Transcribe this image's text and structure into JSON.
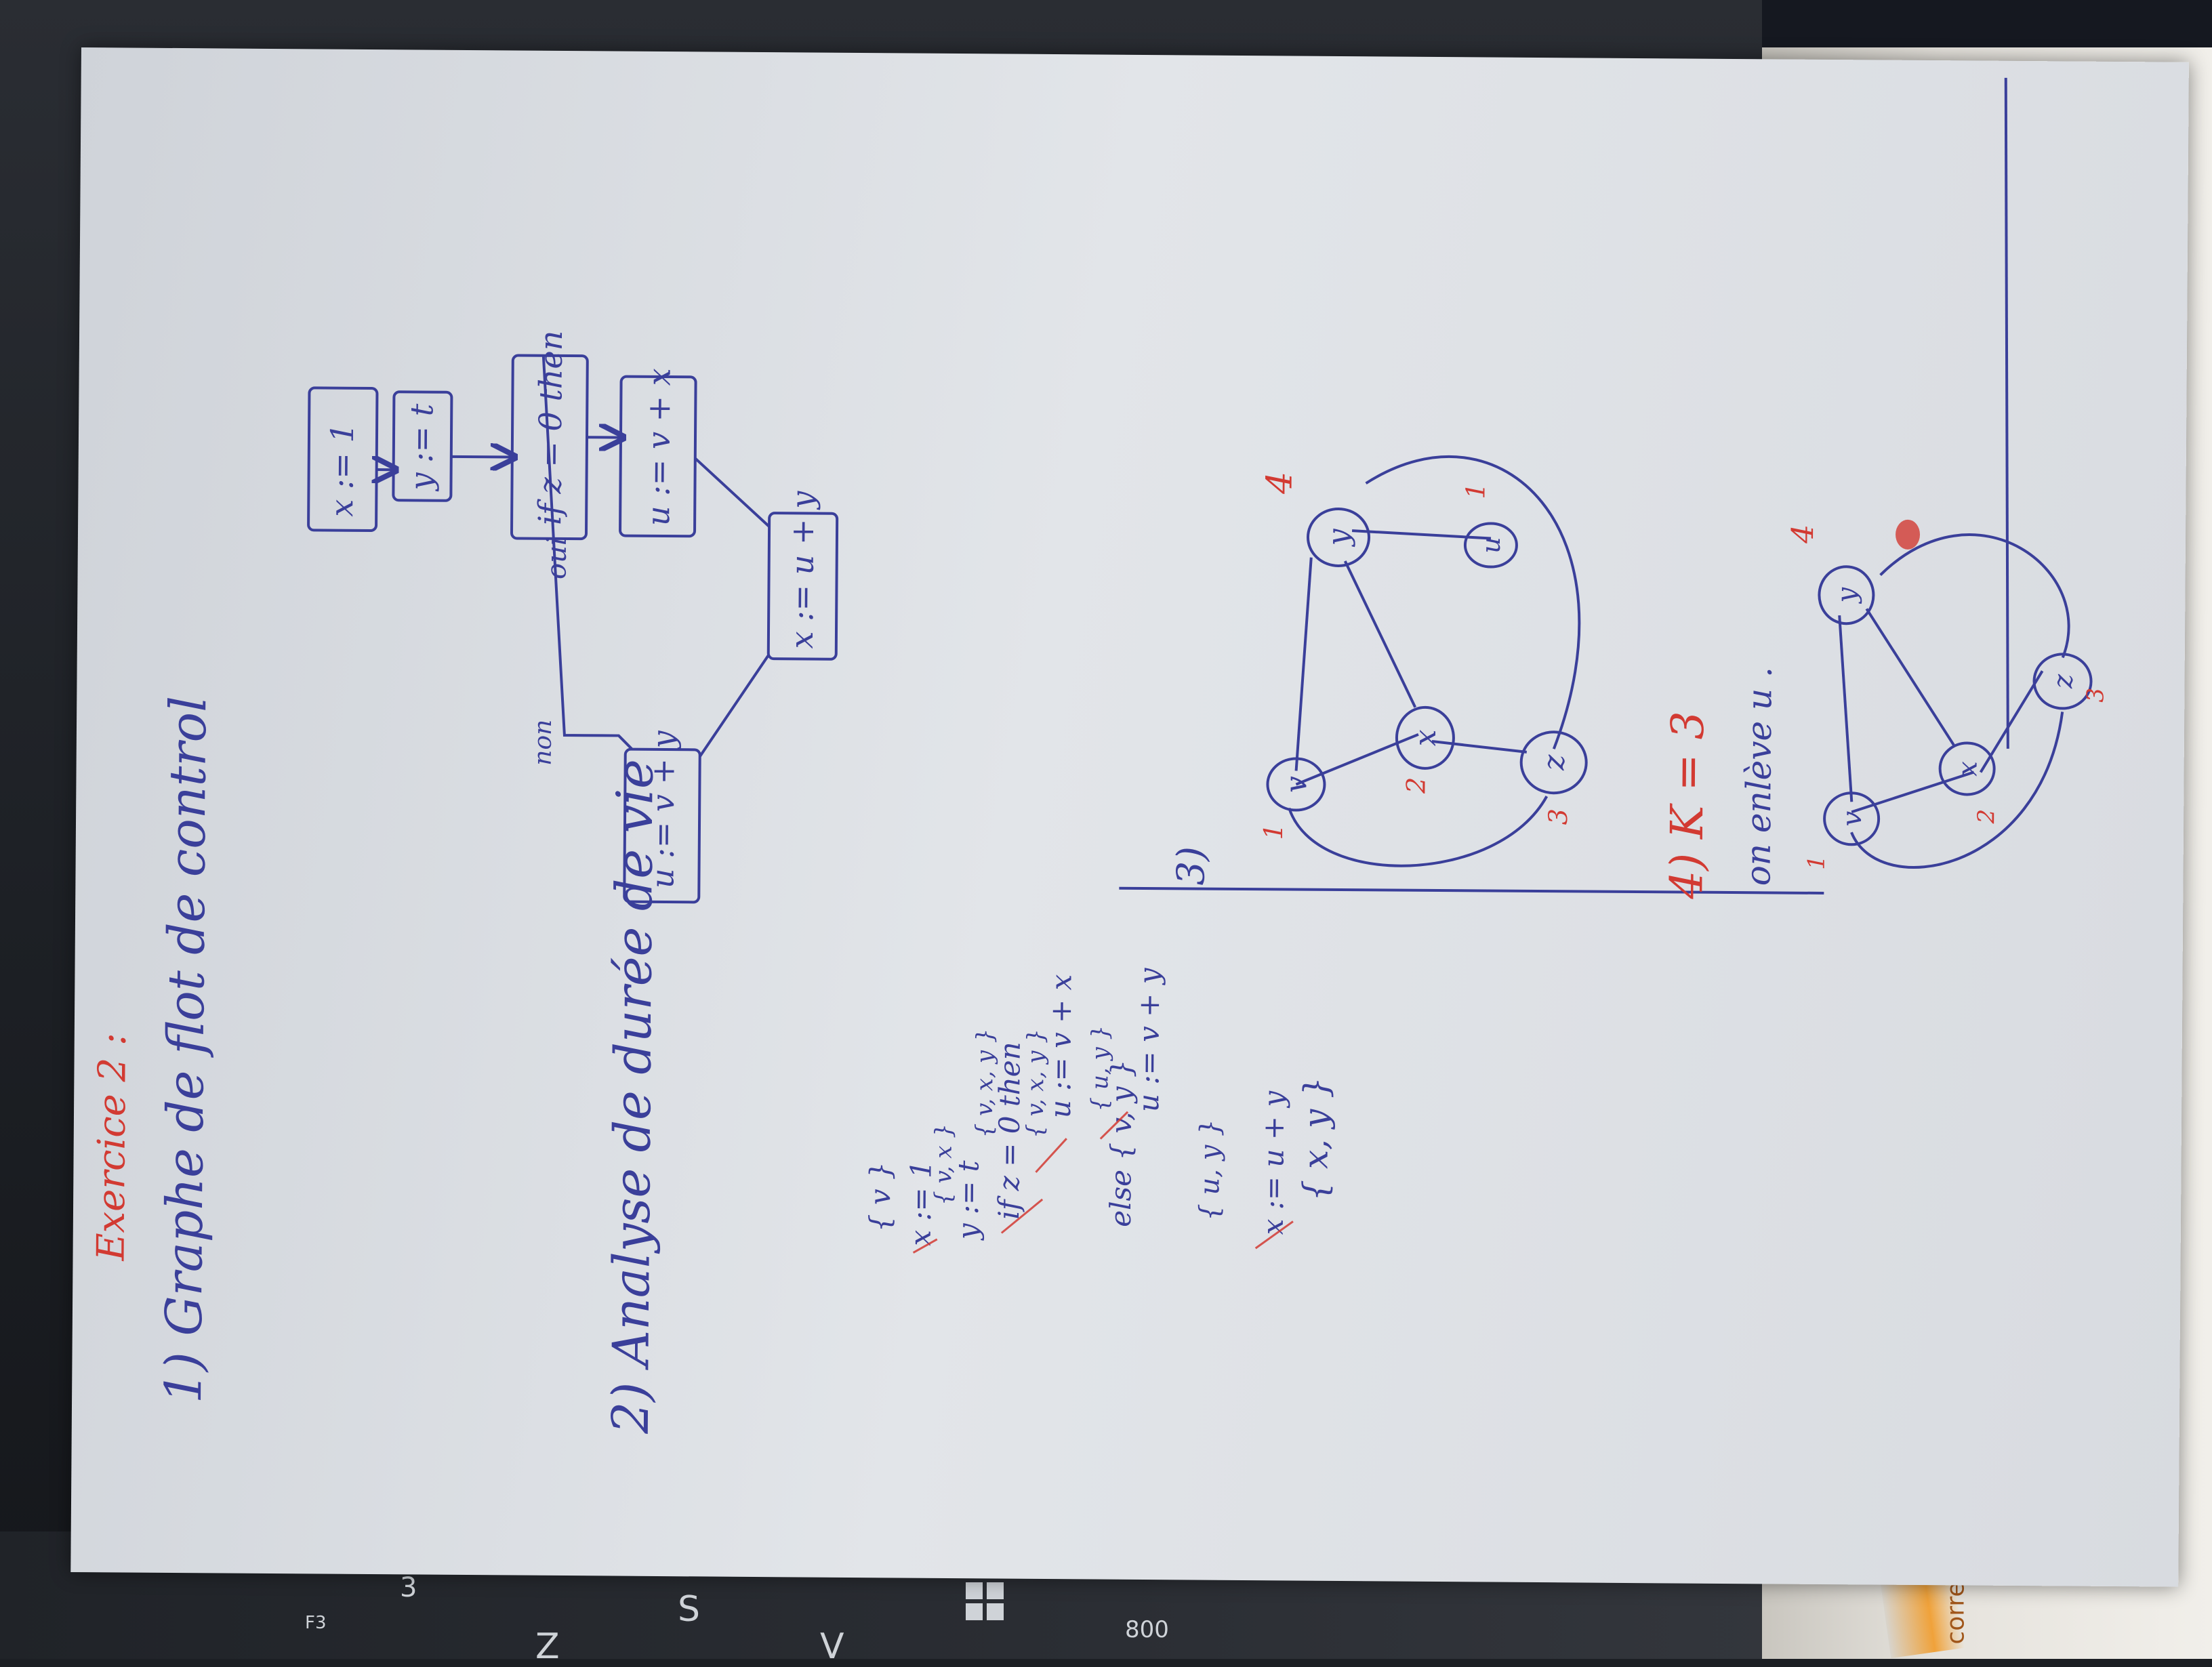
{
  "keyboard_labels": [
    "F3",
    "3",
    "Z",
    "S",
    "V",
    "800"
  ],
  "tape_label": "corre",
  "exercise_title": "Exercice 2 :",
  "part1": {
    "heading": "1) Graphe de flot de control",
    "nodes": {
      "n1": "x := 1",
      "n2": "y := t",
      "n3": "if z = 0 then",
      "n4": "u := v + x",
      "n5": "u := v + y",
      "n6": "x := u + y"
    },
    "branch_yes": "oui",
    "branch_no": "non"
  },
  "part2": {
    "heading": "2) Analyse de durée de vie",
    "lines": [
      "{ v }",
      "x := 1",
      "{ v, x }",
      "y := t",
      "{ v, x, y }",
      "if z = 0 then",
      "{ v, x, y }",
      "u := v + x",
      "{ u, y }",
      "else { v, y }",
      "u := v + y",
      "{ u, y }",
      "x := u + y",
      "{ x, y }"
    ]
  },
  "part3": {
    "heading": "3)",
    "nodes": [
      "v",
      "x",
      "z",
      "y",
      "u"
    ],
    "colors": [
      "1",
      "2",
      "3",
      "4",
      "1"
    ]
  },
  "part4": {
    "heading": "4) K = 3",
    "subtitle": "on enlève u .",
    "nodes": [
      "v",
      "x",
      "z",
      "y"
    ],
    "colors": [
      "1",
      "2",
      "3",
      "4"
    ]
  },
  "colors": {
    "ink_blue": "#3a3f9a",
    "ink_red": "#d23a32",
    "paper": "#dfe2e6"
  }
}
